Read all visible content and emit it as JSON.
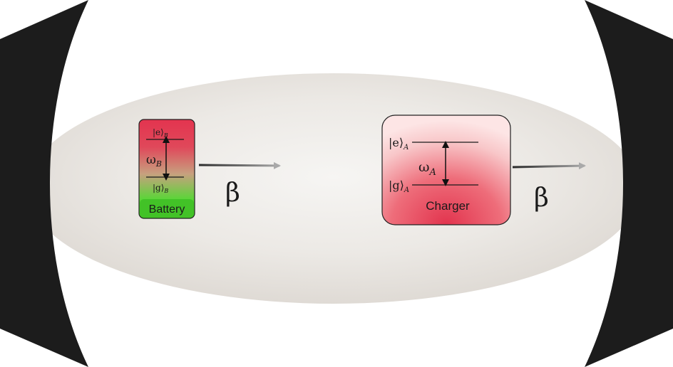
{
  "battery": {
    "excited_label": "|e⟩",
    "excited_sub": "B",
    "ground_label": "|g⟩",
    "ground_sub": "B",
    "omega_label": "ω",
    "omega_sub": "B",
    "name": "Battery",
    "colors": {
      "top": "#e3344f",
      "mid": "#c7a07f",
      "bottom": "#3fcf1e",
      "name_band": "#42c227"
    }
  },
  "charger": {
    "excited_label": "|e⟩",
    "excited_sub": "A",
    "ground_label": "|g⟩",
    "ground_sub": "A",
    "omega_label": "ω",
    "omega_sub": "A",
    "name": "Charger",
    "colors": {
      "light": "#fde2e2",
      "deep": "#e2344e"
    }
  },
  "arrows": {
    "battery_decay_label": "β",
    "charger_decay_label": "β",
    "color": "#8a8a8a"
  },
  "cavity": {
    "fill": "#e9e6e2",
    "mirror_color": "#1c1c1c"
  }
}
